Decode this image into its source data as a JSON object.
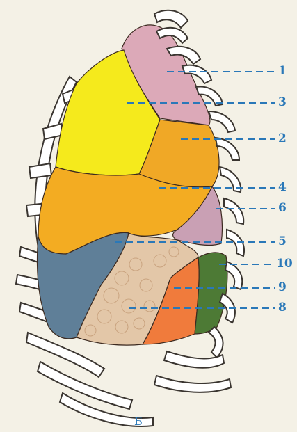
{
  "figure": {
    "caption": "Б",
    "labels": [
      "1",
      "3",
      "2",
      "4",
      "6",
      "5",
      "10",
      "9",
      "8"
    ],
    "colors": {
      "leader": "#2a78b8",
      "rib_fill": "#ffffff",
      "rib_stroke": "#3a3530",
      "segment_1": "#dca9b8",
      "segment_3": "#f5ea1c",
      "segment_2": "#f0a826",
      "segment_4": "#f3ac22",
      "segment_6": "#c9a0b4",
      "segment_5": "#5f7f98",
      "segment_8": "#e3c7a8",
      "segment_9": "#f07b3c",
      "segment_10": "#4d7a35"
    }
  }
}
